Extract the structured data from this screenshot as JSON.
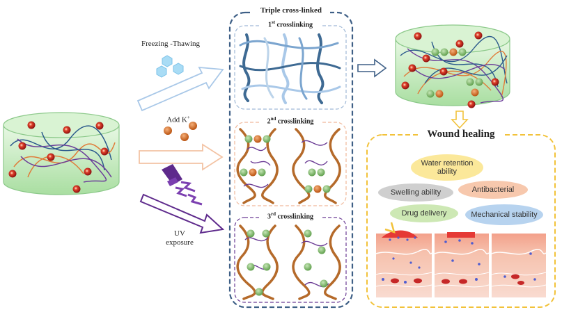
{
  "colors": {
    "hydrogel_fill": "#c9efc3",
    "hydrogel_stroke": "#8cc98a",
    "particle_red": "#b71c1c",
    "potassium_orange": "#d2691e",
    "bead_green": "#7dbb6a",
    "dashed_navy": "#3e5f86",
    "dashed_light_blue": "#9fb8d6",
    "dashed_peach": "#f0b89a",
    "dashed_purple": "#6a3b94",
    "dashed_gold": "#f2c23a",
    "arrow_light_blue": "#a9c8e8",
    "arrow_peach": "#f3c3a4",
    "arrow_purple": "#5e2a8c",
    "snowflake_blue": "#8fd0f2"
  },
  "labels": {
    "freezing": "Freezing  -Thawing",
    "add_k": "Add K",
    "add_k_sup": "+",
    "uv_line1": "UV",
    "uv_line2": "exposure",
    "triple_title": "Triple cross-linked",
    "c1_num": "1",
    "c1_sup": "st",
    "c1_rest": " crosslinking",
    "c2_num": "2",
    "c2_sup": "nd",
    "c2_rest": " crosslinking",
    "c3_num": "3",
    "c3_sup": "rd",
    "c3_rest": " crosslinking",
    "wound_title": "Wound healing"
  },
  "properties": [
    {
      "id": "water",
      "text": "Water retention\nability",
      "color": "#fbe89a"
    },
    {
      "id": "swelling",
      "text": "Swelling ability",
      "color": "#cfcfcf"
    },
    {
      "id": "antibacterial",
      "text": "Antibacterial",
      "color": "#f7c8ad"
    },
    {
      "id": "drug",
      "text": "Drug delivery",
      "color": "#cde8b4"
    },
    {
      "id": "mechanical",
      "text": "Mechanical stability",
      "color": "#b7d3ef"
    }
  ]
}
